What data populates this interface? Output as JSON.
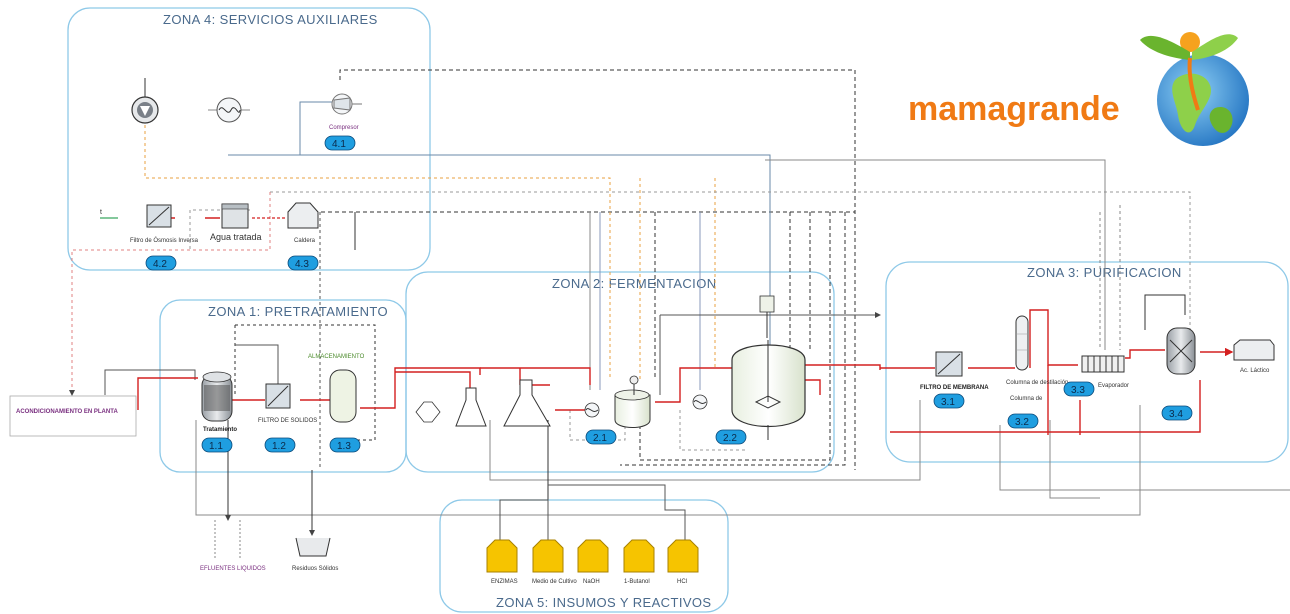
{
  "zones": {
    "z1": "ZONA 1: PRETRATAMIENTO",
    "z2": "ZONA 2: FERMENTACION",
    "z3": "ZONA 3: PURIFICACION",
    "z4": "ZONA 4: SERVICIOS AUXILIARES",
    "z5": "ZONA 5: INSUMOS Y REACTIVOS"
  },
  "logo": {
    "text": "mamagrande"
  },
  "labels": {
    "acond": "ACONDICIONAMIENTO EN PLANTA",
    "almacenamiento": "ALMACENAMIENTO",
    "filtro_solidos": "FILTRO DE SOLIDOS",
    "tratamiento": "Tratamiento",
    "compresor": "Compresor",
    "filtro_osmosis": "Filtro de Ósmosis Inversa",
    "agua_tratada": "Agua tratada",
    "caldera": "Caldera",
    "filtro_membrana": "FILTRO DE MEMBRANA",
    "columna_dest": "Columna de destilación",
    "columna_de": "Columna de",
    "evaporador": "Evaporador",
    "a_lavado": "Ac. Láctico",
    "efluentes": "EFLUENTES LIQUIDOS",
    "residuos": "Residuos Sólidos",
    "enzimas": "ENZIMAS",
    "medio": "Medio de Cultivo",
    "naoh": "NaOH",
    "butanol": "1-Butanol",
    "hcl": "HCl"
  },
  "badges": {
    "b11": "1.1",
    "b12": "1.2",
    "b13": "1.3",
    "b21": "2.1",
    "b22": "2.2",
    "b31": "3.1",
    "b32": "3.2",
    "b33": "3.3",
    "b34": "3.4",
    "b41": "4.1",
    "b42": "4.2",
    "b43": "4.3"
  },
  "colors": {
    "zone_border": "#8ec9e8",
    "badge_fill": "#1f9ee0",
    "process_line": "#d42020",
    "utility_line": "#555555",
    "steam_line": "#e8a040",
    "tank_fill": "#f6c400",
    "logo_orange": "#f07a14",
    "logo_green": "#6ab42e",
    "logo_blue": "#2a82c8"
  },
  "icons": [
    "pump-icon",
    "heat-exchanger-icon",
    "compressor-icon",
    "filter-icon",
    "tank-icon",
    "reactor-icon",
    "column-icon",
    "evaporator-icon",
    "globe-logo-icon"
  ]
}
